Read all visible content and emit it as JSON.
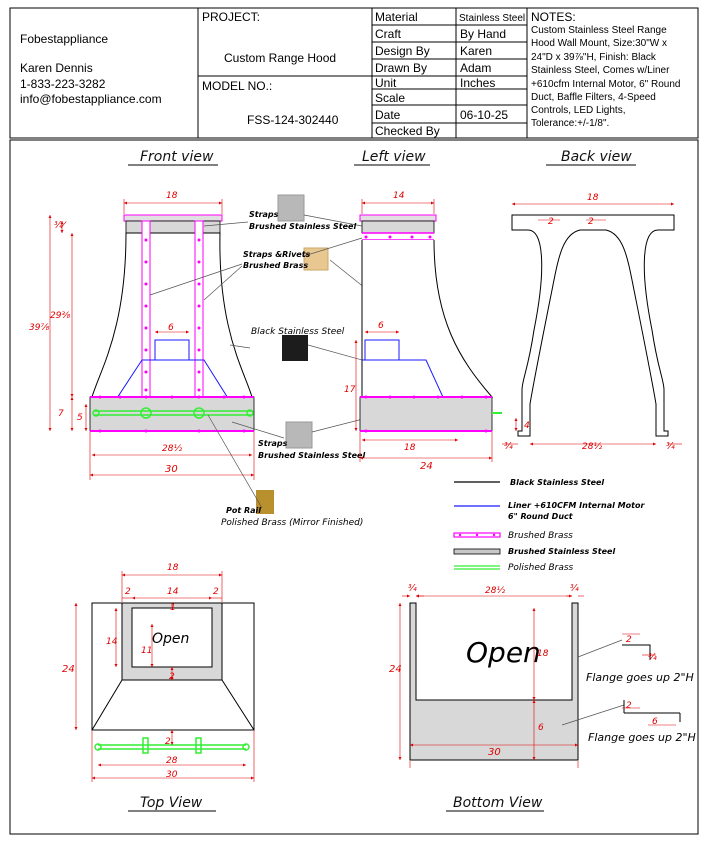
{
  "company": {
    "name": "Fobestappliance",
    "contact": "Karen Dennis",
    "phone": "1-833-223-3282",
    "email": "info@fobestappliance.com"
  },
  "project": {
    "label": "PROJECT:",
    "value": "Custom Range Hood"
  },
  "model": {
    "label": "MODEL NO.:",
    "value": "FSS-124-302440"
  },
  "specs": [
    {
      "label": "Material",
      "value": "Stainless Steel"
    },
    {
      "label": "Craft",
      "value": "By Hand"
    },
    {
      "label": "Design By",
      "value": "Karen"
    },
    {
      "label": "Drawn By",
      "value": "Adam"
    },
    {
      "label": "Unit",
      "value": "Inches"
    },
    {
      "label": "Scale",
      "value": ""
    },
    {
      "label": "Date",
      "value": "06-10-25"
    },
    {
      "label": "Checked By",
      "value": ""
    }
  ],
  "notes": {
    "label": "NOTES:",
    "lines": [
      "Custom Stainless Steel Range",
      "Hood Wall Mount, Size:30\"W x",
      "24\"D x 39⅞\"H, Finish: Black",
      "Stainless Steel, Comes w/Liner",
      "+610cfm Internal Motor, 6\" Round",
      "Duct, Baffle Filters, 4-Speed",
      "Controls, LED Lights,",
      "Tolerance:+/-1/8\"."
    ]
  },
  "views": {
    "front": "Front view",
    "left": "Left view",
    "back": "Back view",
    "top": "Top View",
    "bottom": "Bottom View"
  },
  "callouts": {
    "straps_top": "Straps",
    "straps_top_material": "Brushed Stainless Steel",
    "rivets": "Straps &Rivets",
    "rivets_material": "Brushed Brass",
    "body": "Black Stainless Steel",
    "straps_bottom": "Straps",
    "straps_bottom_material": "Brushed Stainless Steel",
    "pot_rail": "Pot Rail",
    "pot_rail_material": "Polished Brass (Mirror Finished)"
  },
  "legend": [
    {
      "label": "Black Stainless Steel",
      "color": "#000000"
    },
    {
      "label": "Liner +610CFM Internal Motor",
      "label2": "6\" Round Duct",
      "color": "#1a1aff"
    },
    {
      "label": "Brushed Brass",
      "color": "#ff00ff"
    },
    {
      "label": "Brushed Stainless Steel",
      "color": "#c8c8c8"
    },
    {
      "label": "Polished Brass",
      "color": "#33ee33"
    }
  ],
  "swatches": {
    "brushed_stainless": "#b8b8b8",
    "brushed_brass": "#e8c890",
    "black_stainless": "#1c1c1c",
    "polished_brass": "#b8902e"
  },
  "dims": {
    "front": {
      "top_w": "18",
      "h_full": "39⅞",
      "h_body": "29⅜",
      "cap": "¾⁄",
      "duct": "6",
      "band": "7",
      "rail": "5",
      "inner": "28½",
      "bottom": "30"
    },
    "left": {
      "top_w": "14",
      "duct": "6",
      "band": "17",
      "inner": "18",
      "bottom": "24"
    },
    "back": {
      "top": "18",
      "flange_l": "2",
      "flange_r": "2",
      "side": "4",
      "inner": "28½",
      "edge_l": "¾",
      "edge_r": "¾"
    },
    "top": {
      "w": "18",
      "l": "2",
      "m": "14",
      "r": "2",
      "depth": "24",
      "open_h": "14",
      "inner": "11",
      "c1": "2",
      "c2": "2",
      "rail_w": "28",
      "bottom": "30",
      "top_small": "1"
    },
    "bottom": {
      "edge_l": "¾",
      "inner": "28½",
      "edge_r": "¾",
      "depth": "24",
      "open_h": "18",
      "back": "6",
      "bottom": "30",
      "f1": "2",
      "f1b": "¾",
      "f2": "2",
      "f2b": "6"
    }
  },
  "open_label": "Open",
  "flange_label": "Flange goes up 2\"H"
}
